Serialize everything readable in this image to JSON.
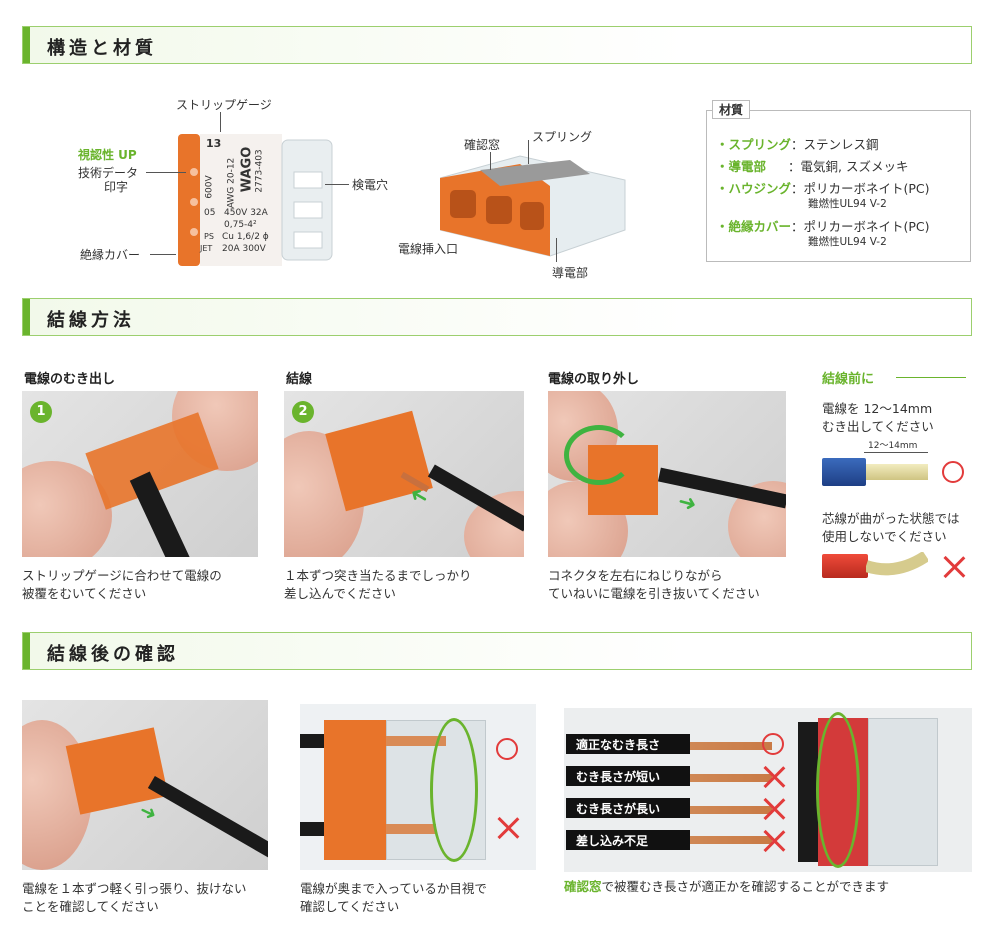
{
  "sections": {
    "structure": "構造と材質",
    "wiring": "結線方法",
    "check": "結線後の確認"
  },
  "structure": {
    "connector_print": {
      "size": "13",
      "voltage": "600V",
      "awg": "AWG 20-12",
      "brand": "WAGO",
      "model": "2773-403",
      "rating": "450V 32A",
      "section": "0,75-4²",
      "cu": "Cu 1,6/2 ϕ",
      "jet": "20A 300V",
      "code": "05",
      "ps": "PS",
      "ps_sub": "JET"
    },
    "labels": {
      "strip_gauge": "ストリップゲージ",
      "visibility_up": "視認性 UP",
      "tech_data_1": "技術データ",
      "tech_data_2": "印字",
      "insulation_cover": "絶縁カバー",
      "test_hole": "検電穴",
      "check_window": "確認窓",
      "spring": "スプリング",
      "wire_inlet": "電線挿入口",
      "conductor": "導電部"
    },
    "materials": {
      "title": "材質",
      "rows": [
        {
          "key": "・スプリング",
          "value": "：ステンレス鋼",
          "note": ""
        },
        {
          "key": "・導電部",
          "value": "：電気銅, スズメッキ",
          "note": ""
        },
        {
          "key": "・ハウジング",
          "value": "：ポリカーボネイト(PC)",
          "note": "難燃性UL94 V-2"
        },
        {
          "key": "・絶縁カバー",
          "value": "：ポリカーボネイト(PC)",
          "note": "難燃性UL94 V-2"
        }
      ]
    }
  },
  "wiring": {
    "steps": [
      {
        "title": "電線のむき出し",
        "num": "1",
        "caption_1": "ストリップゲージに合わせて電線の",
        "caption_2": "被覆をむいてください"
      },
      {
        "title": "結線",
        "num": "2",
        "caption_1": "１本ずつ突き当たるまでしっかり",
        "caption_2": "差し込んでください"
      },
      {
        "title": "電線の取り外し",
        "num": "",
        "caption_1": "コネクタを左右にねじりながら",
        "caption_2": "ていねいに電線を引き抜いてください"
      }
    ],
    "before": {
      "title": "結線前に",
      "note1_1": "電線を 12～14mm",
      "note1_2": "むき出してください",
      "dim": "12～14mm",
      "note2_1": "芯線が曲がった状態では",
      "note2_2": "使用しないでください"
    }
  },
  "check": {
    "captions": [
      {
        "line1": "電線を１本ずつ軽く引っ張り、抜けない",
        "line2": "ことを確認してください"
      },
      {
        "line1": "電線が奥まで入っているか目視で",
        "line2": "確認してください"
      }
    ],
    "window_key": "確認窓",
    "window_caption": "で被覆むき長さが適正かを確認することができます",
    "cases": [
      "適正なむき長さ",
      "むき長さが短い",
      "むき長さが長い",
      "差し込み不足"
    ]
  },
  "colors": {
    "accent": "#6ab42d",
    "orange": "#e8742a",
    "mark_red": "#e23b3b"
  }
}
